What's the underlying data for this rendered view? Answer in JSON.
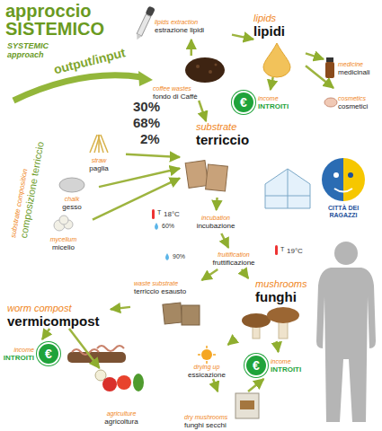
{
  "diagram": {
    "title": "approccio SISTEMICO",
    "nodes": [
      {
        "text": [
          "coffee wastes",
          "fondo di Caffè"
        ]
      },
      {
        "text": [
          "lipids extraction",
          "estrazione lipidi"
        ]
      },
      {
        "text": [
          "lipids",
          "lipidi"
        ]
      },
      {
        "text": [
          "€",
          "income",
          "INTROITI"
        ]
      },
      {
        "text": [
          "medicine",
          "medicinali"
        ]
      },
      {
        "text": [
          "cosmetics",
          "cosmetici"
        ]
      },
      {
        "text": [
          "straw",
          "paglia"
        ]
      },
      {
        "text": [
          "chalk",
          "gesso"
        ]
      },
      {
        "text": [
          "mycelium",
          "micelio"
        ]
      },
      {
        "text": [
          "substrate",
          "terriccio"
        ]
      },
      {
        "text": [
          "incubation",
          "incubazione"
        ]
      },
      {
        "text": [
          "fruitification",
          "fruttificazione"
        ]
      },
      {
        "text": [
          "waste substrate",
          "terriccio esausto"
        ]
      },
      {
        "text": [
          "worm compost",
          "vermicompost"
        ]
      },
      {
        "text": [
          "€",
          "income",
          "INTROITI"
        ]
      },
      {
        "text": [
          "agriculture",
          "agricoltura"
        ]
      },
      {
        "text": [
          "mushrooms",
          "funghi"
        ]
      },
      {
        "text": [
          "€",
          "income",
          "INTROITI"
        ]
      },
      {
        "text": [
          "drying up",
          "essicazione"
        ]
      },
      {
        "text": [
          "dry mushrooms",
          "funghi secchi"
        ]
      }
    ],
    "edges": [
      {
        "from": 0,
        "to": 1,
        "arrow": "to"
      },
      {
        "from": 1,
        "to": 2,
        "arrow": "to"
      },
      {
        "from": 2,
        "to": 3,
        "arrow": "to"
      },
      {
        "from": 2,
        "to": 4,
        "arrow": "to"
      },
      {
        "from": 2,
        "to": 5,
        "arrow": "to"
      },
      {
        "from": 0,
        "to": 9,
        "arrow": "to"
      },
      {
        "from": 6,
        "to": 9,
        "arrow": "to"
      },
      {
        "from": 7,
        "to": 9,
        "arrow": "to"
      },
      {
        "from": 8,
        "to": 9,
        "arrow": "to"
      },
      {
        "from": 9,
        "to": 10,
        "arrow": "to"
      },
      {
        "from": 10,
        "to": 11,
        "arrow": "to"
      },
      {
        "from": 11,
        "to": 12,
        "arrow": "to"
      },
      {
        "from": 12,
        "to": 13,
        "arrow": "to"
      },
      {
        "from": 13,
        "to": 14,
        "arrow": "to"
      },
      {
        "from": 13,
        "to": 15,
        "arrow": "to"
      },
      {
        "from": 11,
        "to": 16,
        "arrow": "to"
      },
      {
        "from": 16,
        "to": 17,
        "arrow": "to"
      },
      {
        "from": 16,
        "to": 18,
        "arrow": "to"
      },
      {
        "from": 18,
        "to": 19,
        "arrow": "to"
      },
      {
        "from": 19,
        "to": 17,
        "arrow": "to"
      }
    ],
    "labels": [
      "SYSTEMIC approach",
      "output/input",
      "substrate composition",
      "composizione terriccio",
      "30%",
      "68%",
      "2%",
      "T",
      "18°C",
      "60%",
      "CITTÀ DEI RAGAZZI",
      "T",
      "19°C",
      "90%"
    ]
  }
}
